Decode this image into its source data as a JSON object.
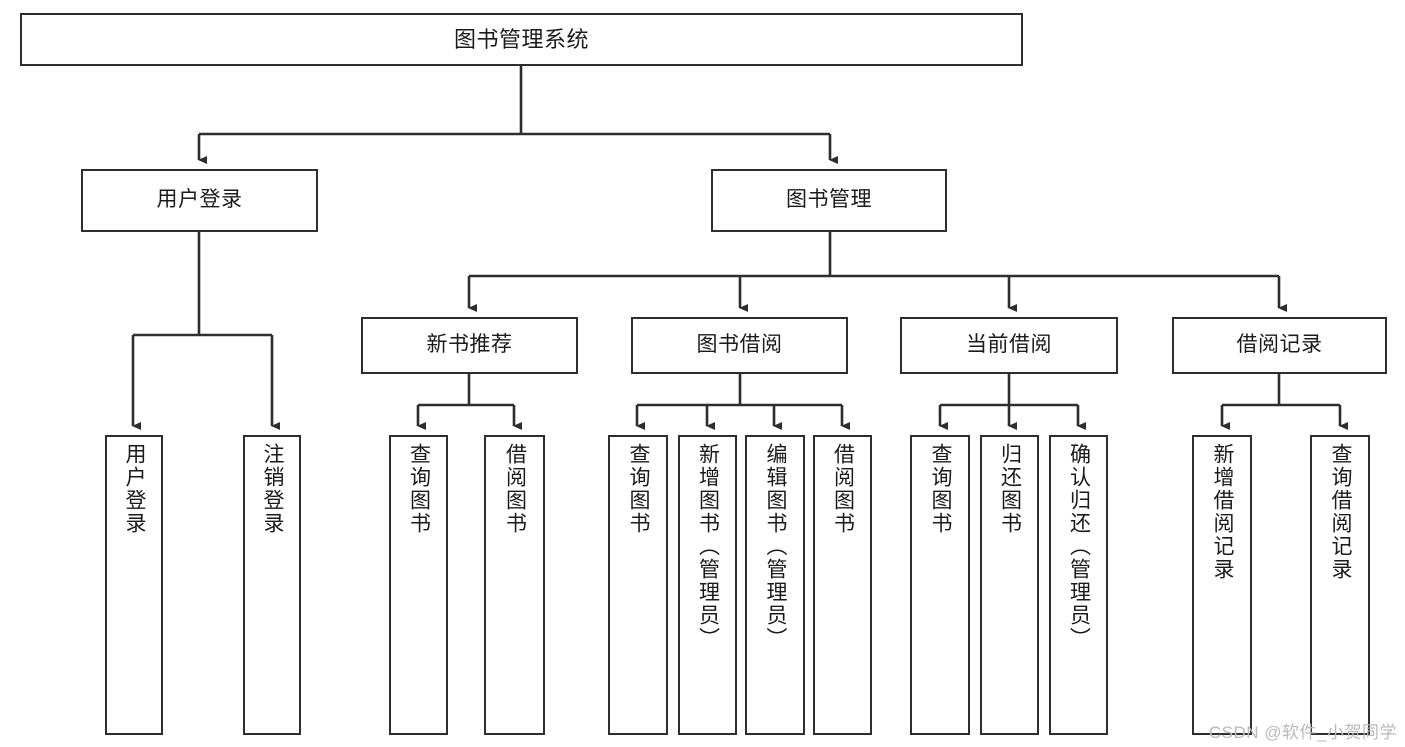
{
  "diagram": {
    "title": "图书管理系统",
    "type": "hierarchy-tree",
    "colors": {
      "box_border": "#2e2e2e",
      "box_fill": "#ffffff",
      "connector": "#2e2e2e",
      "background": "#ffffff",
      "watermark": "#b9b9b9"
    },
    "root": {
      "label": "图书管理系统"
    },
    "level2": [
      {
        "label": "用户登录"
      },
      {
        "label": "图书管理"
      }
    ],
    "level3": [
      {
        "label": "新书推荐"
      },
      {
        "label": "图书借阅"
      },
      {
        "label": "当前借阅"
      },
      {
        "label": "借阅记录"
      }
    ],
    "leaves": {
      "user_login": [
        {
          "label": "用户登录"
        },
        {
          "label": "注销登录"
        }
      ],
      "new_book_recommend": [
        {
          "label": "查询图书"
        },
        {
          "label": "借阅图书"
        }
      ],
      "book_borrow": [
        {
          "label": "查询图书"
        },
        {
          "label": "新增图书（管理员）"
        },
        {
          "label": "编辑图书（管理员）"
        },
        {
          "label": "借阅图书"
        }
      ],
      "current_borrow": [
        {
          "label": "查询图书"
        },
        {
          "label": "归还图书"
        },
        {
          "label": "确认归还（管理员）"
        }
      ],
      "borrow_record": [
        {
          "label": "新增借阅记录"
        },
        {
          "label": "查询借阅记录"
        }
      ]
    }
  },
  "watermark": {
    "text": "CSDN @软件_小贺同学"
  }
}
